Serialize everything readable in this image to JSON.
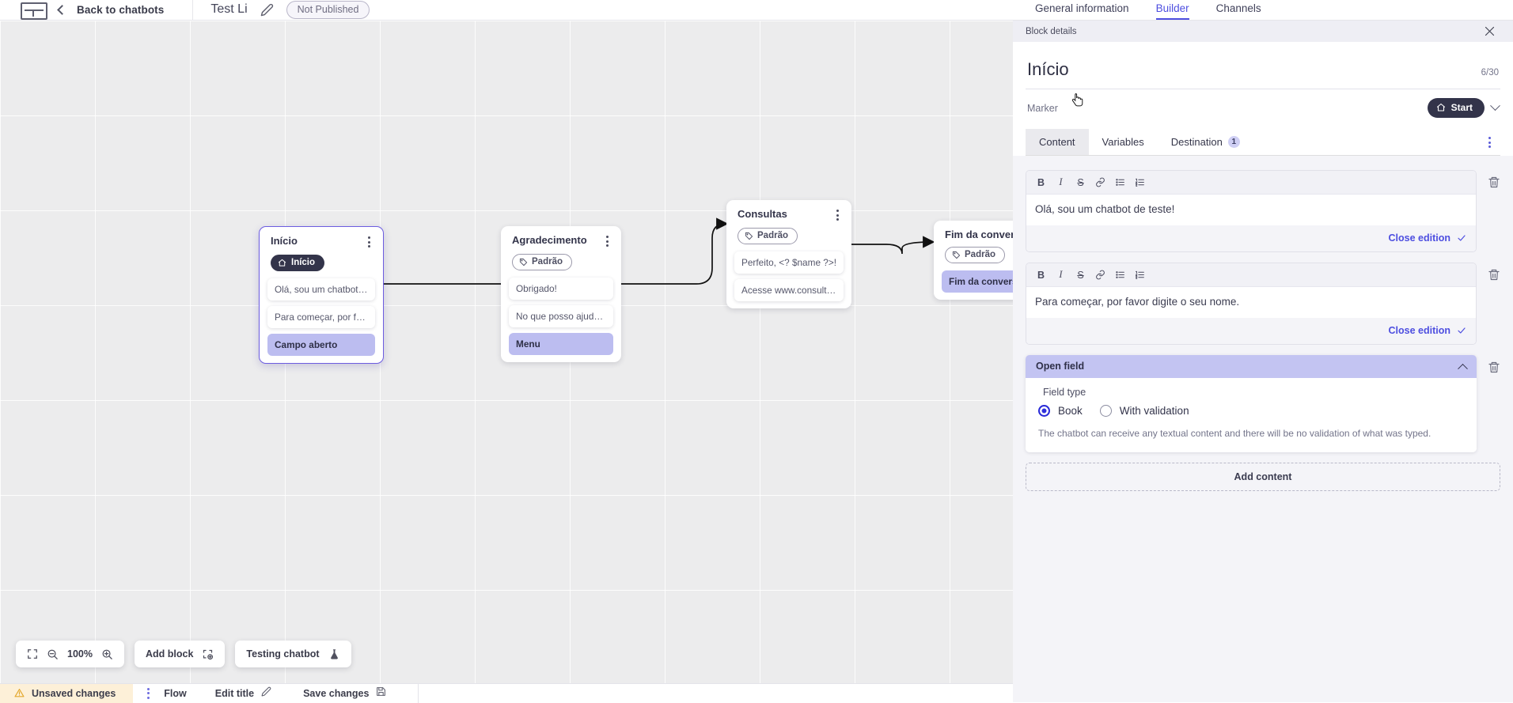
{
  "topbar": {
    "logo_name": "vtex-logo",
    "back_label": "Back to chatbots",
    "chatbot_title": "Test Li",
    "status_label": "Not Published"
  },
  "panel": {
    "tabs": [
      {
        "label": "General information",
        "active": false
      },
      {
        "label": "Builder",
        "active": true
      },
      {
        "label": "Channels",
        "active": false
      }
    ],
    "block_details_label": "Block details",
    "title": "Início",
    "char_count": "6/30",
    "marker_label": "Marker",
    "marker_value": "Start",
    "subtabs": [
      {
        "label": "Content",
        "active": true,
        "badge": ""
      },
      {
        "label": "Variables",
        "active": false,
        "badge": ""
      },
      {
        "label": "Destination",
        "active": false,
        "badge": "1"
      }
    ],
    "editor_toolbar": [
      {
        "name": "bold-icon",
        "glyph": "B"
      },
      {
        "name": "italic-icon",
        "glyph": "I"
      },
      {
        "name": "strikethrough-icon",
        "glyph": "S"
      },
      {
        "name": "link-icon",
        "glyph": "link"
      },
      {
        "name": "bullet-list-icon",
        "glyph": "ul"
      },
      {
        "name": "numbered-list-icon",
        "glyph": "ol"
      }
    ],
    "editors": [
      {
        "text": "Olá, sou um chatbot de teste!",
        "close_label": "Close edition"
      },
      {
        "text": "Para começar, por favor digite o seu nome.",
        "close_label": "Close edition"
      }
    ],
    "open_field": {
      "title": "Open field",
      "field_type_label": "Field type",
      "options": [
        {
          "label": "Book",
          "selected": true
        },
        {
          "label": "With validation",
          "selected": false
        }
      ],
      "description": "The chatbot can receive any textual content and there will be no validation of what was typed."
    },
    "add_content_label": "Add content"
  },
  "canvas": {
    "nodes": [
      {
        "title": "Início",
        "tag_type": "start",
        "tag_label": "Início",
        "selected": true,
        "rows": [
          {
            "text": "Olá, sou um chatbot de teste!",
            "accent": false
          },
          {
            "text": "Para começar, por favor digite o ...",
            "accent": false
          },
          {
            "text": "Campo aberto",
            "accent": true
          }
        ]
      },
      {
        "title": "Agradecimento",
        "tag_type": "default",
        "tag_label": "Padrão",
        "selected": false,
        "rows": [
          {
            "text": "Obrigado!",
            "accent": false
          },
          {
            "text": "No que posso ajudar, <? $name ...",
            "accent": false
          },
          {
            "text": "Menu",
            "accent": true
          }
        ]
      },
      {
        "title": "Consultas",
        "tag_type": "default",
        "tag_label": "Padrão",
        "selected": false,
        "rows": [
          {
            "text": "Perfeito, <? $name ?>!",
            "accent": false
          },
          {
            "text": "Acesse www.consultas.com par...",
            "accent": false
          }
        ]
      },
      {
        "title": "Fim da conversa",
        "tag_type": "default",
        "tag_label": "Padrão",
        "selected": false,
        "rows": [
          {
            "text": "Fim da conversa",
            "accent": true
          }
        ]
      }
    ],
    "toolbar": {
      "fit_screen_name": "fit-screen-icon",
      "zoom_out_name": "zoom-out-icon",
      "zoom_level": "100%",
      "zoom_in_name": "zoom-in-icon",
      "add_block_label": "Add block",
      "testing_chatbot_label": "Testing chatbot"
    }
  },
  "statusbar": {
    "unsaved_label": "Unsaved changes",
    "flow_label": "Flow",
    "edit_title_label": "Edit title",
    "save_changes_label": "Save changes"
  },
  "colors": {
    "accent": "#4d4ee0",
    "node_accent_row": "#bcbdf0",
    "warning_bg": "#fdf0d8",
    "marker_pill": "#33344a"
  }
}
